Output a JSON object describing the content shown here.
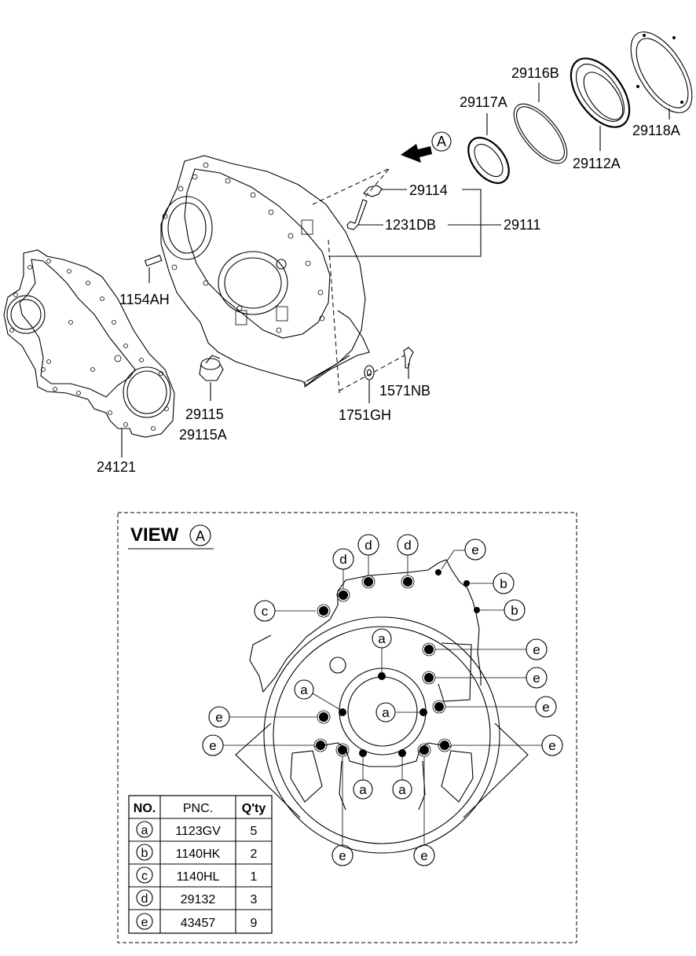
{
  "part_labels": {
    "p29116B": "29116B",
    "p29117A": "29117A",
    "p29118A": "29118A",
    "p29112A": "29112A",
    "p29114": "29114",
    "p1231DB": "1231DB",
    "p29111": "29111",
    "p1154AH": "1154AH",
    "p29115": "29115",
    "p29115A": "29115A",
    "p1571NB": "1571NB",
    "p1751GH": "1751GH",
    "p24121": "24121"
  },
  "arrow_letter": "A",
  "view": {
    "title": "VIEW",
    "letter": "A"
  },
  "callout_letters": {
    "a": "a",
    "b": "b",
    "c": "c",
    "d": "d",
    "e": "e"
  },
  "table": {
    "headers": {
      "no": "NO.",
      "pnc": "PNC.",
      "qty": "Q'ty"
    },
    "rows": [
      {
        "no": "a",
        "pnc": "1123GV",
        "qty": "5"
      },
      {
        "no": "b",
        "pnc": "1140HK",
        "qty": "2"
      },
      {
        "no": "c",
        "pnc": "1140HL",
        "qty": "1"
      },
      {
        "no": "d",
        "pnc": "29132",
        "qty": "3"
      },
      {
        "no": "e",
        "pnc": "43457",
        "qty": "9"
      }
    ]
  }
}
